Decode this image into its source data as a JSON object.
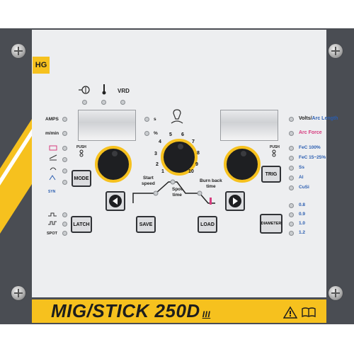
{
  "brand": "HG",
  "model_title": "MIG/STICK 250D",
  "model_suffix": "III",
  "top_indicators": {
    "vrd": "VRD"
  },
  "left_display": {
    "rows": [
      {
        "label": "AMPS"
      },
      {
        "label": "m/min"
      }
    ],
    "unit_s": "s",
    "unit_pct": "%"
  },
  "right_display": {
    "volts_label": "Volts/",
    "arc_length_label": "Arc Length",
    "arc_force_label": "Arc Force"
  },
  "push_left": "PUSH",
  "push_right": "PUSH",
  "scale_numbers": [
    "1",
    "2",
    "3",
    "4",
    "5",
    "6",
    "7",
    "8",
    "9",
    "10"
  ],
  "left_modes_side": [
    "SYN"
  ],
  "buttons": {
    "mode": "MODE",
    "trig": "TRIG",
    "latch": "LATCH",
    "save": "SAVE",
    "load": "LOAD",
    "diameter": "DIAMETER"
  },
  "timing": {
    "start_speed": [
      "Start",
      "speed"
    ],
    "spot_time": [
      "Spot",
      "time"
    ],
    "burn_back": [
      "Burn back",
      "time"
    ]
  },
  "gas_options": [
    "FeC 100%",
    "FeC 15~25%",
    "Ss",
    "Al",
    "CuSi"
  ],
  "diameters": [
    "0.8",
    "0.9",
    "1.0",
    "1.2"
  ],
  "latch_modes": [
    "2T",
    "4T",
    "SPOT"
  ],
  "colors": {
    "panel": "#4a4d53",
    "face": "#edeef0",
    "accent": "#f6c11e",
    "blue": "#2a5db0",
    "pink": "#d63c7e"
  }
}
